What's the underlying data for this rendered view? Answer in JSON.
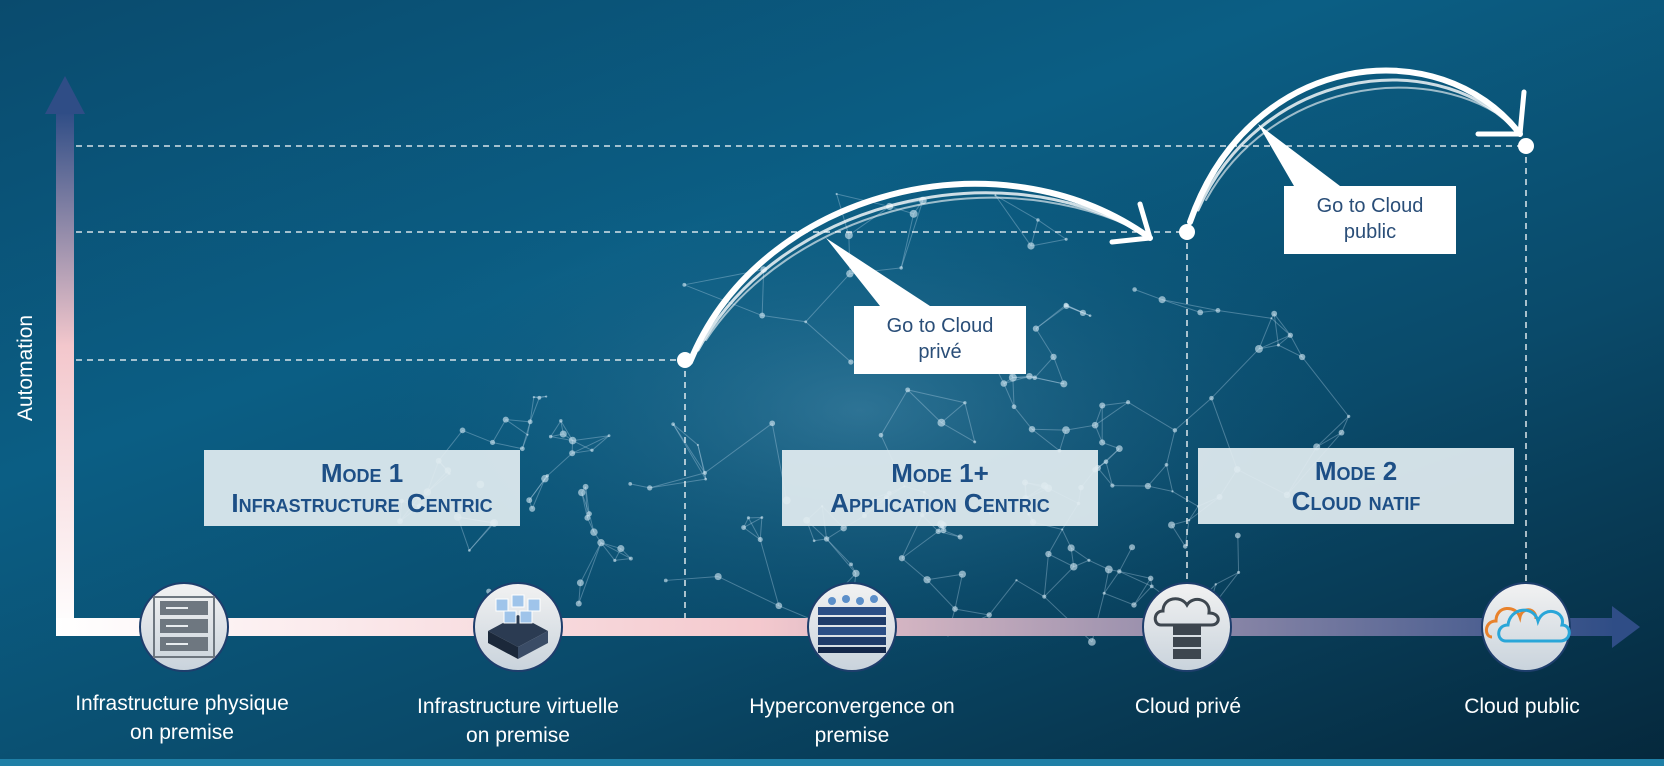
{
  "axis": {
    "y_label": "Automation"
  },
  "modes": [
    {
      "title": "Mode 1",
      "subtitle": "Infrastructure Centric"
    },
    {
      "title": "Mode 1+",
      "subtitle": "Application Centric"
    },
    {
      "title": "Mode 2",
      "subtitle": "Cloud natif"
    }
  ],
  "callouts": [
    {
      "line1": "Go to Cloud",
      "line2": "privé"
    },
    {
      "line1": "Go to Cloud",
      "line2": "public"
    }
  ],
  "stages": [
    {
      "line1": "Infrastructure physique",
      "line2": "on premise",
      "icon": "server-rack-icon"
    },
    {
      "line1": "Infrastructure virtuelle",
      "line2": "on premise",
      "icon": "vm-cubes-icon"
    },
    {
      "line1": "Hyperconvergence on",
      "line2": "premise",
      "icon": "hci-stack-icon"
    },
    {
      "line1": "Cloud privé",
      "line2": "",
      "icon": "cloud-server-icon"
    },
    {
      "line1": "Cloud public",
      "line2": "",
      "icon": "cloud-outline-icon"
    }
  ],
  "colors": {
    "mode_text": "#1d4f86",
    "callout_text": "#2a4e78",
    "cloud_orange": "#e8822c",
    "cloud_blue": "#2aa6d8"
  }
}
